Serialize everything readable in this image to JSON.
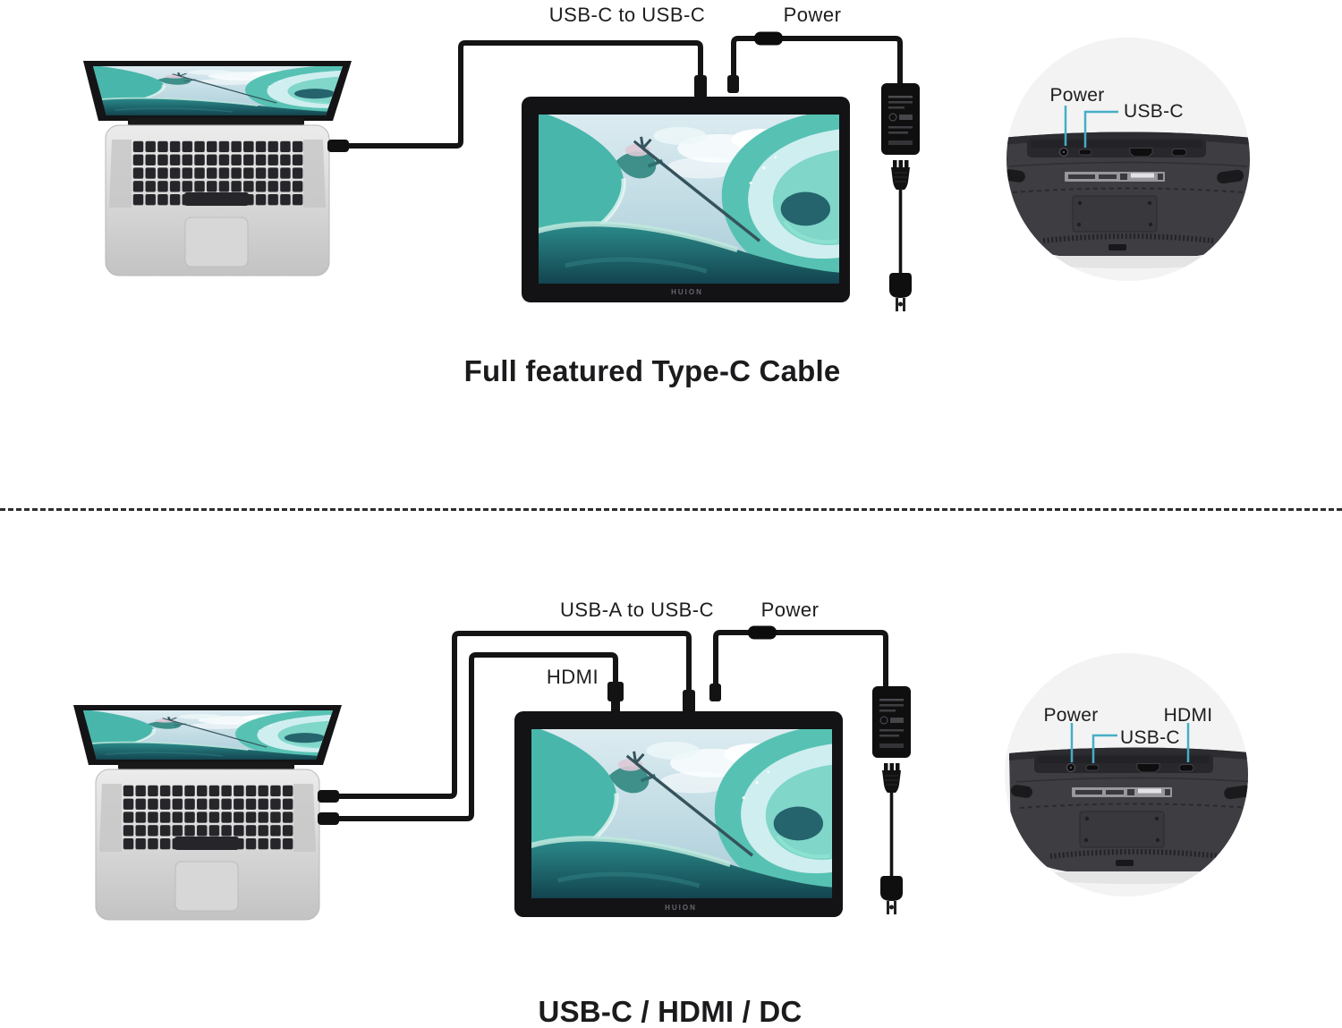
{
  "colors": {
    "accent": "#45aec6",
    "ink": "#1d1d1f",
    "device": "#141414",
    "circle_bg": "#f3f3f3"
  },
  "top": {
    "cable_label": "USB-C to USB-C",
    "power_label": "Power",
    "title": "Full featured Type-C Cable",
    "display_logo": "HUION",
    "detail": {
      "power": "Power",
      "usbc": "USB-C"
    }
  },
  "bottom": {
    "cable_label": "USB-A to USB-C",
    "hdmi_label": "HDMI",
    "power_label": "Power",
    "title": "USB-C / HDMI / DC",
    "display_logo": "HUION",
    "detail": {
      "power": "Power",
      "usbc": "USB-C",
      "hdmi": "HDMI"
    }
  }
}
